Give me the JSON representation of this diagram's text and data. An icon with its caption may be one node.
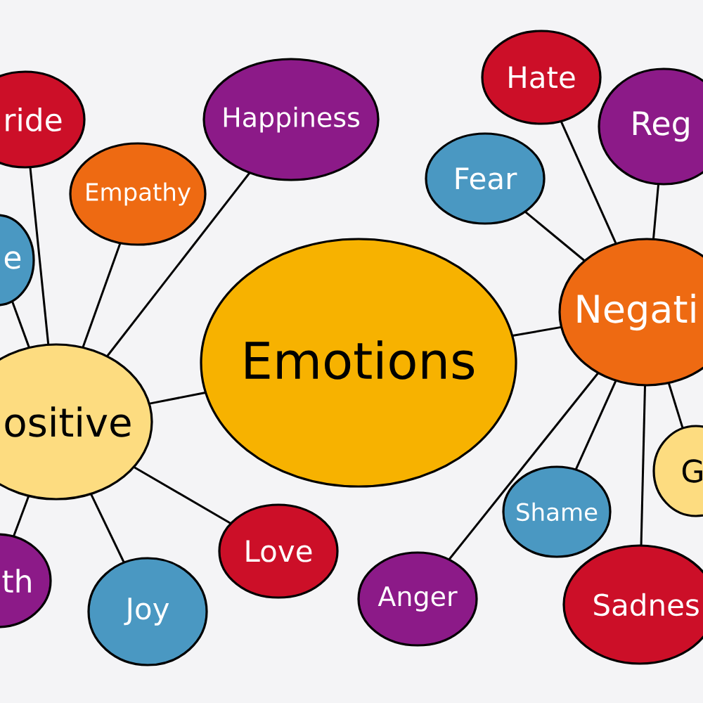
{
  "diagram": {
    "nodes": [
      {
        "text": [
          "Emotions"
        ]
      },
      {
        "text": [
          "ositive"
        ]
      },
      {
        "text": [
          "ride"
        ]
      },
      {
        "text": [
          "Empathy"
        ]
      },
      {
        "text": [
          "Happiness"
        ]
      },
      {
        "text": [
          "e"
        ]
      },
      {
        "text": [
          "th"
        ]
      },
      {
        "text": [
          "Joy"
        ]
      },
      {
        "text": [
          "Love"
        ]
      },
      {
        "text": [
          "Negati"
        ]
      },
      {
        "text": [
          "Hate"
        ]
      },
      {
        "text": [
          "Reg"
        ]
      },
      {
        "text": [
          "Fear"
        ]
      },
      {
        "text": [
          "G"
        ]
      },
      {
        "text": [
          "Shame"
        ]
      },
      {
        "text": [
          "Sadnes"
        ]
      },
      {
        "text": [
          "Anger"
        ]
      }
    ],
    "edges": [
      {
        "from": 0,
        "to": 1,
        "arrow": "none"
      },
      {
        "from": 0,
        "to": 9,
        "arrow": "none"
      },
      {
        "from": 1,
        "to": 2,
        "arrow": "none"
      },
      {
        "from": 1,
        "to": 3,
        "arrow": "none"
      },
      {
        "from": 1,
        "to": 4,
        "arrow": "none"
      },
      {
        "from": 1,
        "to": 5,
        "arrow": "none"
      },
      {
        "from": 1,
        "to": 6,
        "arrow": "none"
      },
      {
        "from": 1,
        "to": 7,
        "arrow": "none"
      },
      {
        "from": 1,
        "to": 8,
        "arrow": "none"
      },
      {
        "from": 9,
        "to": 10,
        "arrow": "none"
      },
      {
        "from": 9,
        "to": 11,
        "arrow": "none"
      },
      {
        "from": 9,
        "to": 12,
        "arrow": "none"
      },
      {
        "from": 9,
        "to": 13,
        "arrow": "none"
      },
      {
        "from": 9,
        "to": 14,
        "arrow": "none"
      },
      {
        "from": 9,
        "to": 15,
        "arrow": "none"
      },
      {
        "from": 9,
        "to": 16,
        "arrow": "none"
      }
    ]
  }
}
